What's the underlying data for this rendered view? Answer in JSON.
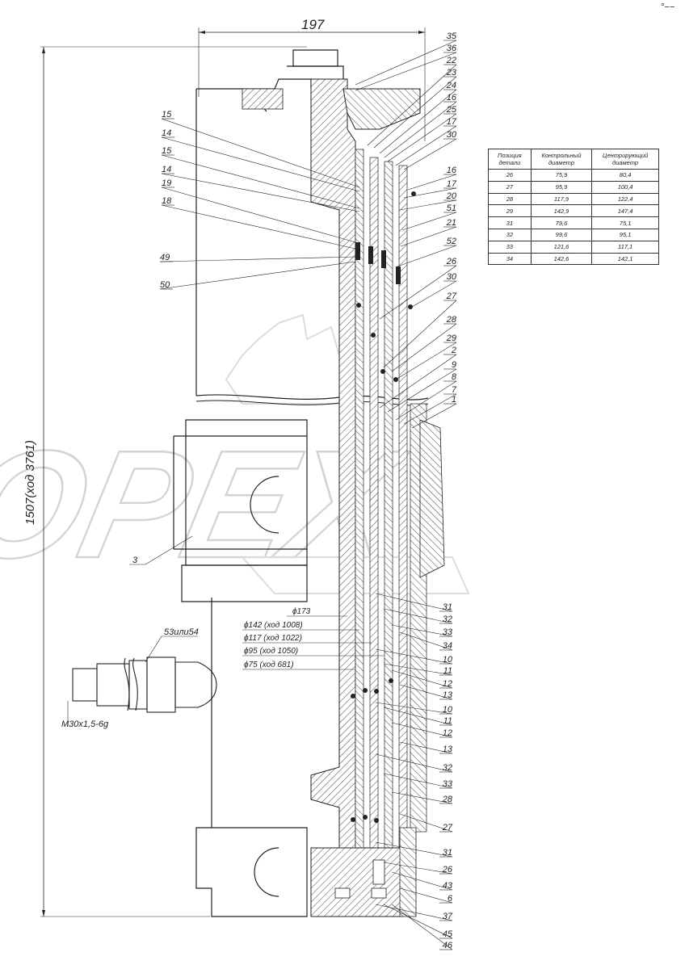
{
  "watermark": "OPEX",
  "corner_mark": "°−−",
  "dimensions": {
    "top_width": "197",
    "total_length": "1507(ход 3761)",
    "thread": "M30x1,5-6g",
    "fitting_label": "53или54"
  },
  "diameters": [
    "ϕ173",
    "ϕ142 (ход 1008)",
    "ϕ117 (ход 1022)",
    "ϕ95 (ход 1050)",
    "ϕ75 (ход 681)"
  ],
  "left_callouts": [
    "15",
    "14",
    "15",
    "14",
    "19",
    "18",
    "49",
    "50"
  ],
  "body_callout": "3",
  "right_callouts_top": [
    "35",
    "36",
    "22",
    "23",
    "24",
    "16",
    "25",
    "17",
    "30",
    "16",
    "17",
    "20",
    "51",
    "21",
    "52",
    "26",
    "30",
    "27",
    "28",
    "29",
    "2",
    "9",
    "8",
    "7",
    "1"
  ],
  "right_callouts_bottom": [
    "31",
    "32",
    "33",
    "34",
    "10",
    "11",
    "12",
    "13",
    "10",
    "11",
    "12",
    "13",
    "32",
    "33",
    "28",
    "27",
    "31",
    "26",
    "43",
    "6",
    "37",
    "45",
    "46"
  ],
  "table": {
    "headers": [
      "Позиция детали",
      "Контрольный диаметр",
      "Центрирующий диаметр"
    ],
    "rows": [
      [
        "26",
        "75,9",
        "80,4"
      ],
      [
        "27",
        "95,9",
        "100,4"
      ],
      [
        "28",
        "117,9",
        "122,4"
      ],
      [
        "29",
        "142,9",
        "147,4"
      ],
      [
        "31",
        "79,6",
        "75,1"
      ],
      [
        "32",
        "99,6",
        "95,1"
      ],
      [
        "33",
        "121,6",
        "117,1"
      ],
      [
        "34",
        "142,6",
        "142,1"
      ]
    ]
  }
}
